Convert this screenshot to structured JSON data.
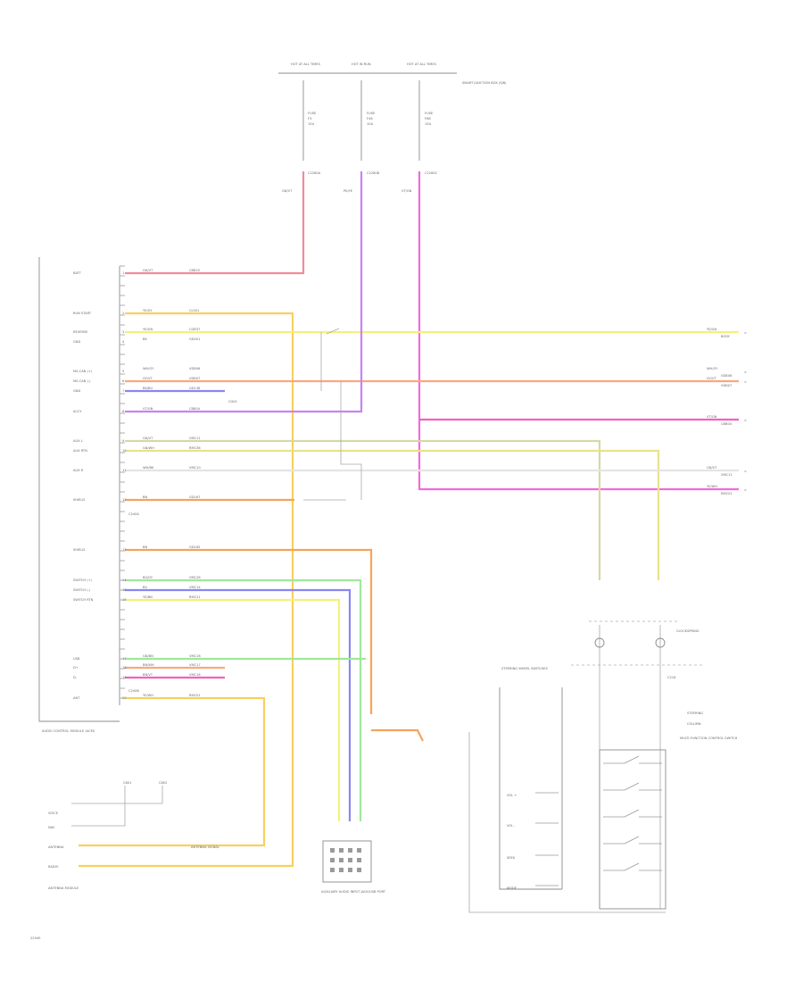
{
  "page": {
    "code": "22949"
  },
  "colors": {
    "red": "#f08c99",
    "pink": "#f36ad8",
    "yellow": "#f6f07a",
    "peach": "#f6a97f",
    "blue": "#8a87f2",
    "violet": "#c883ef",
    "tan": "#d6d8a6",
    "gray": "#cfcfcf",
    "orange": "#f6a35a",
    "green": "#9fe89a",
    "gold": "#f8cf60",
    "magenta": "#f45fc2"
  },
  "top_labels": {
    "t1": "HOT AT ALL TIMES",
    "t2": "HOT IN RUN",
    "t3": "HOT AT ALL TIMES",
    "box": "SMART JUNCTION BOX (SJB)"
  },
  "fuses": [
    {
      "label": "FUSE",
      "num": "F3",
      "amp": "15A"
    },
    {
      "label": "FUSE",
      "num": "F46",
      "amp": "10A"
    },
    {
      "label": "FUSE",
      "num": "F68",
      "amp": "15A"
    }
  ],
  "fuse_connectors": [
    "C2280A",
    "C2280B",
    "C2280C"
  ],
  "drop_colors": [
    "GN/VT",
    "PK/YE",
    "VT/GN"
  ],
  "module": {
    "name": "AUDIO CONTROL MODULE (ACM)",
    "pins": [
      {
        "name": "BATT",
        "color": "GN/VT",
        "circuit": "CBB25"
      },
      {
        "name": "RUN START",
        "color": "YE/GY",
        "circuit": "CLS01"
      },
      {
        "name": "REVERSE",
        "color": "YE/GN",
        "circuit": "CGB37"
      },
      {
        "name": "GND",
        "color": "BK",
        "circuit": "GD001"
      },
      {
        "name": "MS-CAN (+)",
        "color": "WH/GY",
        "circuit": "VDB06"
      },
      {
        "name": "MS-CAN (-)",
        "color": "GY/VT",
        "circuit": "VDB07"
      },
      {
        "name": "GND",
        "color": "BK/BU",
        "circuit": "GD138"
      },
      {
        "name": "ACCY",
        "color": "VT/GN",
        "circuit": "CBB04"
      },
      {
        "name": "AUX L",
        "color": "GN/VT",
        "circuit": "VMC11"
      },
      {
        "name": "AUX RTN",
        "color": "GN/WH",
        "circuit": "RMC36"
      },
      {
        "name": "AUX R",
        "color": "WH/BK",
        "circuit": "VMC10"
      },
      {
        "name": "SHIELD",
        "color": "BN",
        "circuit": "GD167"
      },
      {
        "name": "SHIELD",
        "color": "BN",
        "circuit": "GD165"
      },
      {
        "name": "SWITCH (+)",
        "color": "BU/GY",
        "circuit": "VMC28"
      },
      {
        "name": "SWITCH (-)",
        "color": "BU",
        "circuit": "VMC14"
      },
      {
        "name": "SWITCH RTN",
        "color": "YE/BN",
        "circuit": "RMC21"
      },
      {
        "name": "USB",
        "color": "GN/BN",
        "circuit": "VMC16"
      },
      {
        "name": "D+",
        "color": "BN/WH",
        "circuit": "VMC17"
      },
      {
        "name": "D-",
        "color": "BN/VT",
        "circuit": "VMC18"
      },
      {
        "name": "ANT",
        "color": "YE/WH",
        "circuit": "RMC01"
      }
    ],
    "connector": "C240A",
    "connector2": "C240B",
    "gnd_label": "G305"
  },
  "right_wires": [
    {
      "color": "YE/GN",
      "dest": "BODY"
    },
    {
      "color": "WH/GY",
      "dest": "VDB06"
    },
    {
      "color": "GY/VT",
      "dest": "VDB07"
    },
    {
      "color": "VT/GN",
      "dest": "CBB04"
    },
    {
      "color": "GN/VT",
      "dest": "VMC11"
    },
    {
      "color": "YE/WH",
      "dest": "RMC01"
    }
  ],
  "antenna": {
    "labels": [
      "VOICE",
      "NAV",
      "ANTENNA",
      "RADIO",
      "ANTENNA SIGNAL",
      "ANTENNA MODULE"
    ],
    "conns": [
      "C801",
      "C802"
    ]
  },
  "usb_port": {
    "name": "AUXILIARY AUDIO INPUT JACK/USB PORT"
  },
  "steering": {
    "title": "STEERING WHEEL SWITCHES",
    "clockspring": "CLOCKSPRING",
    "clockspring_conn": "C218",
    "steering_label": "STEERING",
    "steering_col": "COLUMN",
    "switch_label": "MULTI-FUNCTION CONTROL SWITCH",
    "vol_up": "VOL +",
    "vol_down": "VOL -",
    "seek": "SEEK",
    "mode": "MODE"
  }
}
